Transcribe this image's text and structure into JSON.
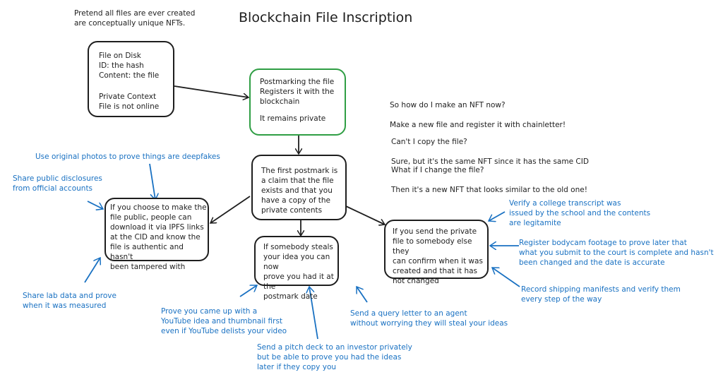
{
  "title": "Blockchain File Inscription",
  "intro_note": "Pretend all files are ever created\nare conceptually unique NFTs.",
  "colors": {
    "ink": "#1e1e1e",
    "annotation_blue": "#1971c2",
    "warning_red": "#e03131",
    "postmark_green": "#2f9e44"
  },
  "nodes": {
    "file_on_disk": {
      "lines": "File on Disk\nID: the hash\nContent: the file",
      "private_note": "Private Context\nFile is not online"
    },
    "postmark": {
      "lines": "Postmarking the file\nRegisters it with the\nblockchain",
      "private_note": "It remains private"
    },
    "first_postmark": {
      "lines": "The first postmark is\na claim that the file\nexists and that you\nhave a copy of the\nprivate contents"
    },
    "public_file": {
      "lines": "If you choose to make the\nfile public, people can\ndownload it via IPFS links\nat the CID and know the\nfile is authentic and hasn't\nbeen tampered with"
    },
    "stolen_idea": {
      "lines": "If somebody steals\nyour idea you can now\nprove you had it at the\npostmark date"
    },
    "private_share": {
      "lines": "If you send the private\nfile to somebody else they\ncan confirm when it was\ncreated and that it has\nnot changed"
    }
  },
  "faq": [
    {
      "q": "So how do I make an NFT now?",
      "a": "Make a new file and register it with chainletter!"
    },
    {
      "q": "Can't I copy the file?",
      "a": "Sure, but it's the same NFT since it has the same CID"
    },
    {
      "q": "What if I change the file?",
      "a": "Then it's a new NFT that looks similar to the old one!"
    }
  ],
  "use_cases": {
    "deepfakes": "Use original photos to prove things are deepfakes",
    "disclosures": "Share public disclosures\nfrom official accounts",
    "lab_data": "Share lab data and prove\nwhen it was measured",
    "youtube": "Prove you came up with a\nYouTube idea and thumbnail first\neven if YouTube delists your video",
    "pitch_deck": "Send a pitch deck to an investor privately\nbut be able to prove you had the ideas\nlater if they copy you",
    "query_letter": "Send a query letter to an agent\nwithout worrying they will steal your ideas",
    "transcript": "Verify a college transcript was\nissued by the school and the contents\nare legitamite",
    "bodycam": "Register bodycam footage to prove later that\nwhat you submit to the court is complete and hasn't\nbeen changed and the date is accurate",
    "shipping": "Record shipping manifests and verify them\nevery step of the way"
  }
}
